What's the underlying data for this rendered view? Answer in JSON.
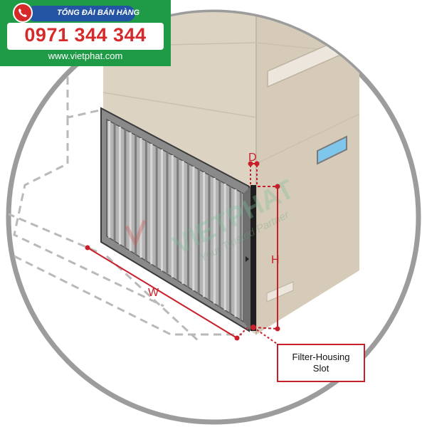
{
  "banner": {
    "hotline_label": "TỔNG ĐÀI BÁN HÀNG",
    "phone": "0971 344 344",
    "website": "www.vietphat.com"
  },
  "watermark": {
    "brand": "VIETPHAT",
    "tagline": "Your Trusted Partner"
  },
  "dimensions": {
    "depth": "D",
    "height": "H",
    "width": "W"
  },
  "callout": {
    "line1": "Filter-Housing",
    "line2": "Slot"
  },
  "colors": {
    "banner_green": "#1f9a46",
    "pill_blue": "#2455a4",
    "accent_red": "#c8202a",
    "cabinet": "#ddd3c3"
  }
}
